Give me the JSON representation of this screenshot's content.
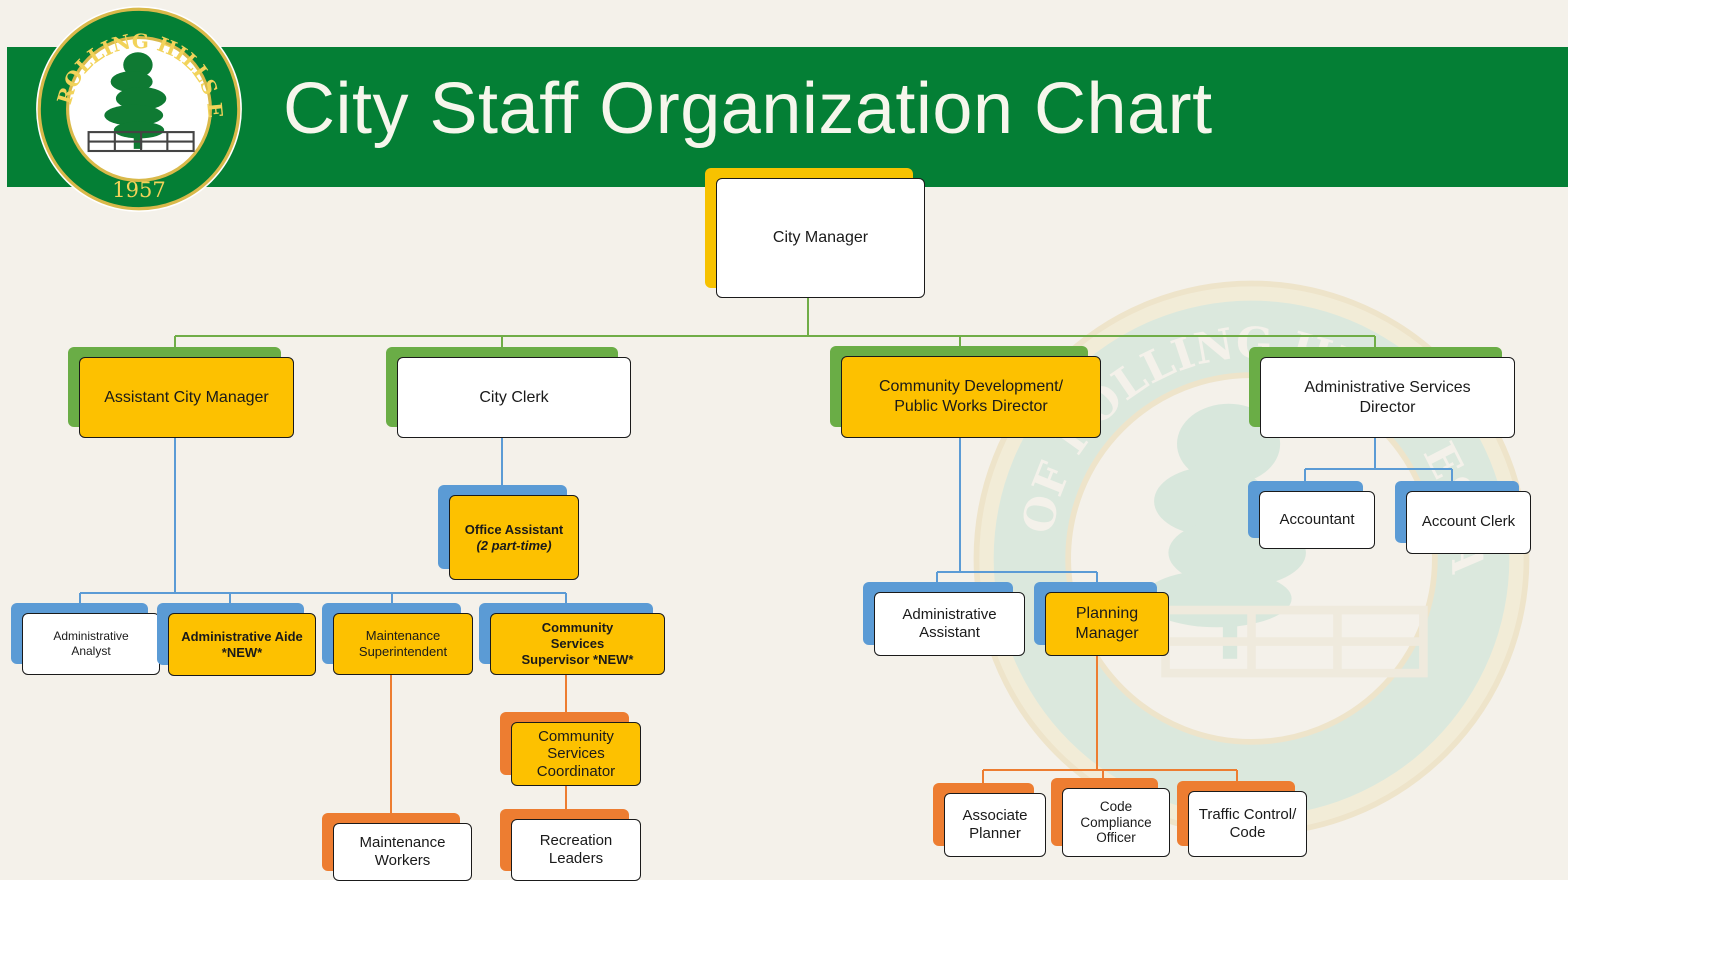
{
  "header": {
    "title": "City Staff Organization Chart",
    "seal_text": "CITY OF ROLLING HILLS ESTATES",
    "seal_year": "1957"
  },
  "colors": {
    "banner": "#047f35",
    "background": "#f4f1ea",
    "yellow": "#fdc100",
    "green": "#70ad47",
    "blue": "#5b9bd5",
    "orange": "#ed7d31"
  },
  "org": {
    "city_manager": "City Manager",
    "assistant_city_manager": "Assistant City Manager",
    "city_clerk": "City Clerk",
    "cd_pw_director": "Community Development/ Public Works Director",
    "admin_services_director": "Administrative Services Director",
    "office_assistant": "Office Assistant",
    "office_assistant_note": "(2 part-time)",
    "administrative_analyst": "Administrative Analyst",
    "administrative_aide": "Administrative Aide *NEW*",
    "maintenance_superintendent": "Maintenance Superintendent",
    "community_services_supervisor": "Community Services Supervisor *NEW*",
    "community_services_coordinator": "Community Services Coordinator",
    "maintenance_workers": "Maintenance Workers",
    "recreation_leaders": "Recreation Leaders",
    "administrative_assistant": "Administrative Assistant",
    "planning_manager": "Planning Manager",
    "associate_planner": "Associate Planner",
    "code_compliance_officer": "Code Compliance Officer",
    "traffic_control_code": "Traffic Control/ Code",
    "accountant": "Accountant",
    "account_clerk": "Account Clerk"
  }
}
